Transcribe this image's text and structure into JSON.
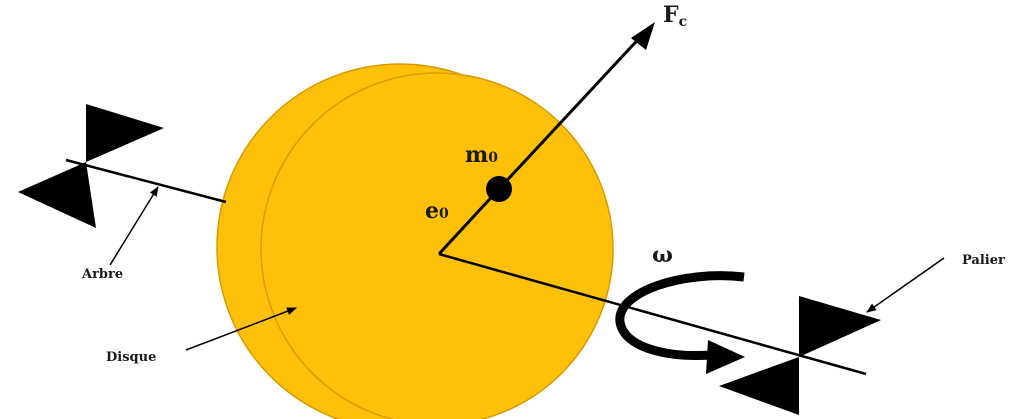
{
  "diagram": {
    "labels": {
      "force": "F",
      "force_sub": "c",
      "mass": "m",
      "mass_sub": "0",
      "eccentricity": "e",
      "eccentricity_sub": "0",
      "omega": "ω",
      "shaft": "Arbre",
      "disc": "Disque",
      "bearing": "Palier"
    },
    "colors": {
      "disc_fill": "#FFC00A",
      "disc_edge": "#D99A00",
      "line": "#000000",
      "background": "#ffffff"
    }
  }
}
